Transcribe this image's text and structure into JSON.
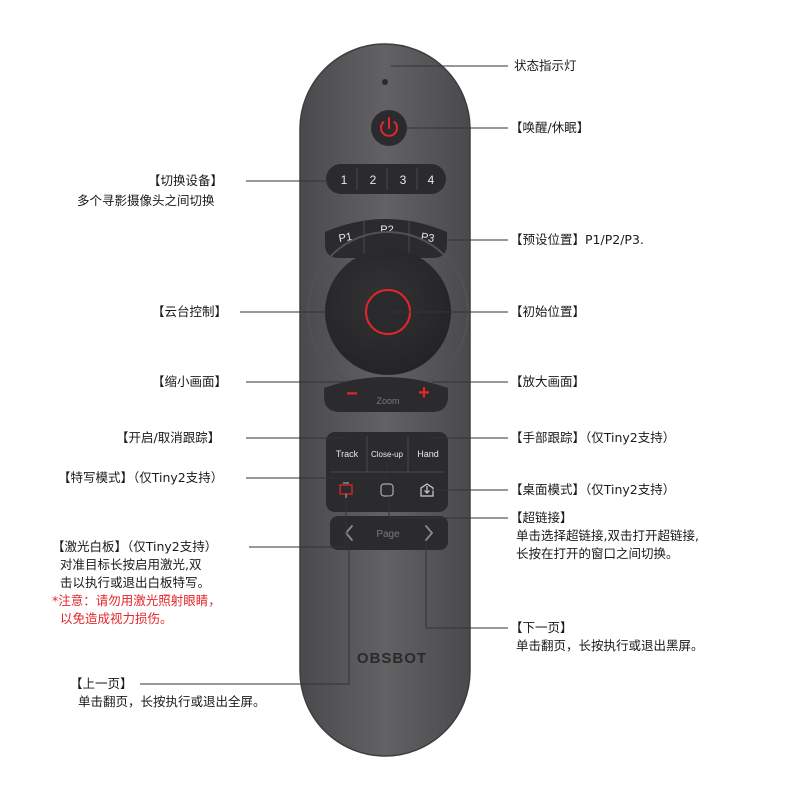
{
  "remote": {
    "numbers": [
      "1",
      "2",
      "3",
      "4"
    ],
    "presets": [
      "P1",
      "P2",
      "P3"
    ],
    "zoom_label": "Zoom",
    "zoom_minus": "−",
    "zoom_plus": "+",
    "track_label": "Track",
    "closeup_label": "Close-up",
    "hand_label": "Hand",
    "page_label": "Page",
    "brand": "OBSBOT"
  },
  "callouts": {
    "status_light": "状态指示灯",
    "wake_sleep": "【唤醒/休眠】",
    "switch_device_title": "【切换设备】",
    "switch_device_desc": "多个寻影摄像头之间切换",
    "preset": "【预设位置】P1/P2/P3.",
    "gimbal": "【云台控制】",
    "home": "【初始位置】",
    "zoom_out": "【缩小画面】",
    "zoom_in": "【放大画面】",
    "track_toggle": "【开启/取消跟踪】",
    "hand_track": "【手部跟踪】（仅Tiny2支持）",
    "closeup_mode": "【特写模式】（仅Tiny2支持）",
    "desk_mode": "【桌面模式】（仅Tiny2支持）",
    "hyperlink_title": "【超链接】",
    "hyperlink_desc1": "单击选择超链接,双击打开超链接,",
    "hyperlink_desc2": "长按在打开的窗口之间切换。",
    "laser_title": "【激光白板】（仅Tiny2支持）",
    "laser_desc1": "对准目标长按启用激光,双",
    "laser_desc2": "击以执行或退出白板特写。",
    "laser_warn1": "*注意：请勿用激光照射眼睛，",
    "laser_warn2": "以免造成视力损伤。",
    "next_page_title": "【下一页】",
    "next_page_desc": "单击翻页，长按执行或退出黑屏。",
    "prev_page_title": "【上一页】",
    "prev_page_desc": "单击翻页，长按执行或退出全屏。"
  },
  "colors": {
    "body": "#5a5a5c",
    "button": "#2b2b2d",
    "accent": "#e3262b",
    "line": "#333333"
  }
}
